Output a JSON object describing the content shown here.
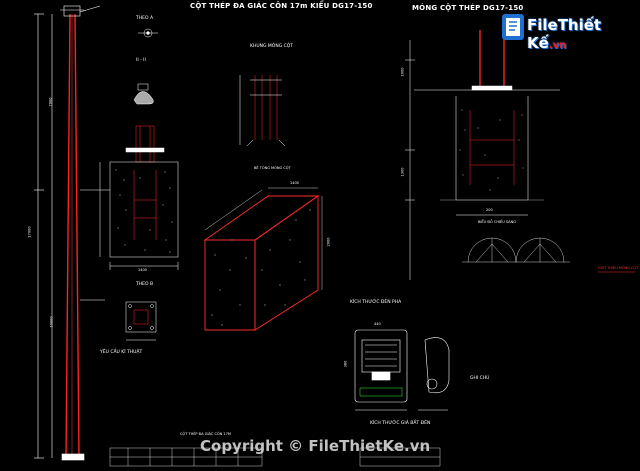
{
  "titles": {
    "main": "CỘT THÉP ĐA GIÁC CÔN 17m KIỂU DG17-150",
    "foundation": "MÓNG CỘT THÉP DG17-150",
    "detail_a": "THEO A",
    "detail_b": "THEO B",
    "section_ii": "II - II",
    "foundation_frame": "KHUNG MÓNG CỘT",
    "concrete_block": "BÊ TÔNG MÓNG CỘT",
    "lamp_detail": "KÍCH THƯỚC ĐÈN PHA",
    "bracket_detail": "KÍCH THƯỚC GIÁ BẮT ĐÈN",
    "tech_req": "YÊU CẦU KĨ THUẬT",
    "notes": "GHI CHÚ",
    "table_caption": "CỘT THÉP ĐA GIÁC CÔN 17M",
    "light_diagram": "BIỂU ĐỒ CHIẾU SÁNG",
    "red_label": "GIỚI THIỆU MÓNG CỘT"
  },
  "dimensions": {
    "pole_total": "17000",
    "pole_upper": "7000",
    "pole_lower": "10000",
    "block_width": "1400",
    "block_depth": "1400",
    "block_height": "2000",
    "lamp_w": "440",
    "lamp_h": "380",
    "found_top": "1000",
    "found_mid": "1300",
    "found_low": "200"
  },
  "logo": {
    "name": "FileThiết Kế",
    "tld": ".vn"
  },
  "watermark": "Copyright © FileThietKe.vn"
}
